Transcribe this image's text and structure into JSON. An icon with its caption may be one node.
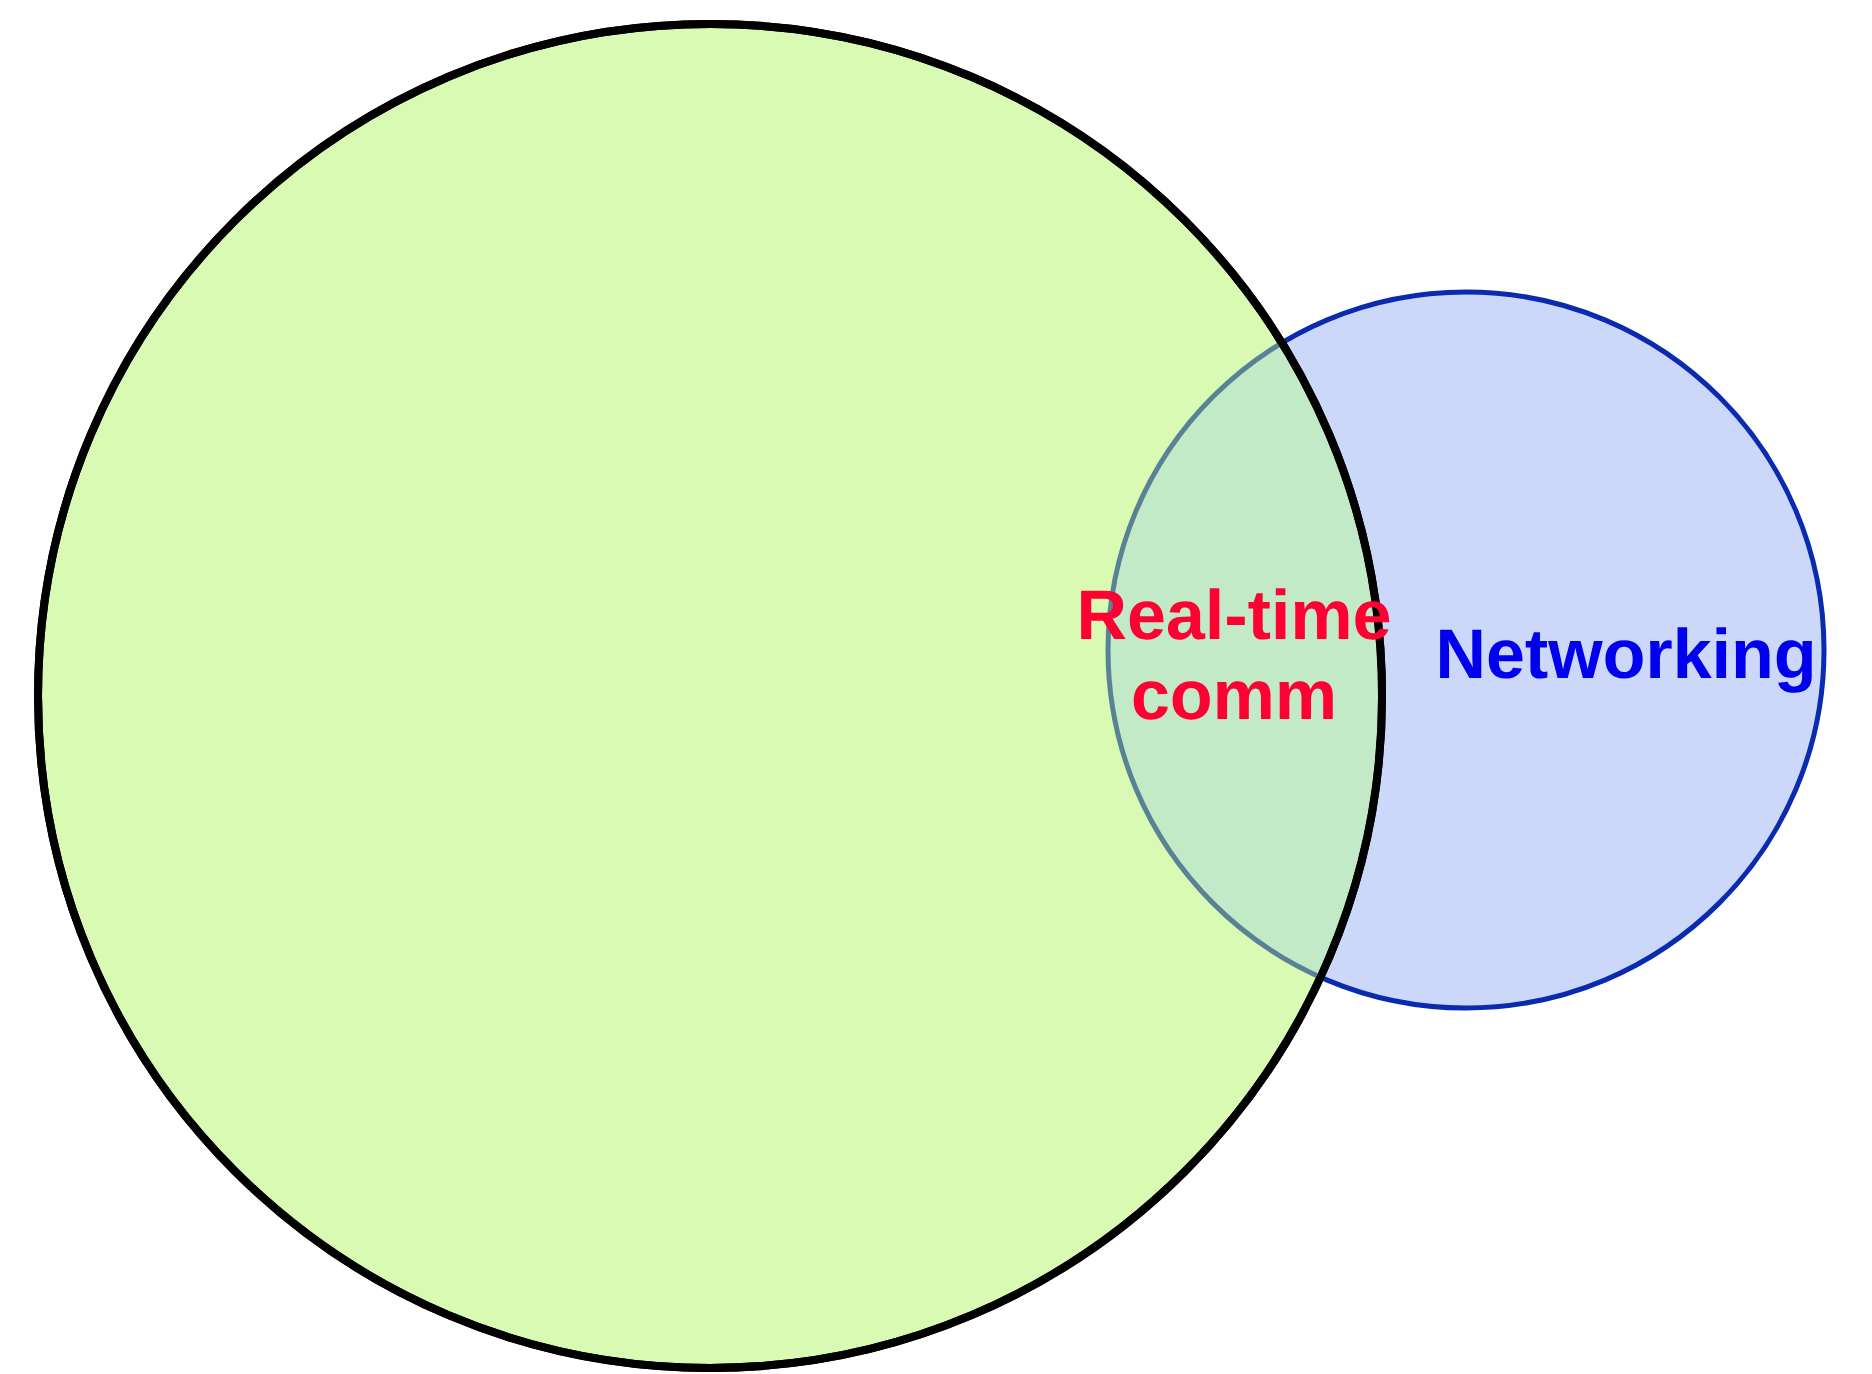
{
  "diagram": {
    "nodes": [
      {
        "text": [],
        "shape": "circle"
      },
      {
        "text": [
          "Networking"
        ]
      }
    ],
    "labels": [
      "Real-time comm"
    ]
  }
}
